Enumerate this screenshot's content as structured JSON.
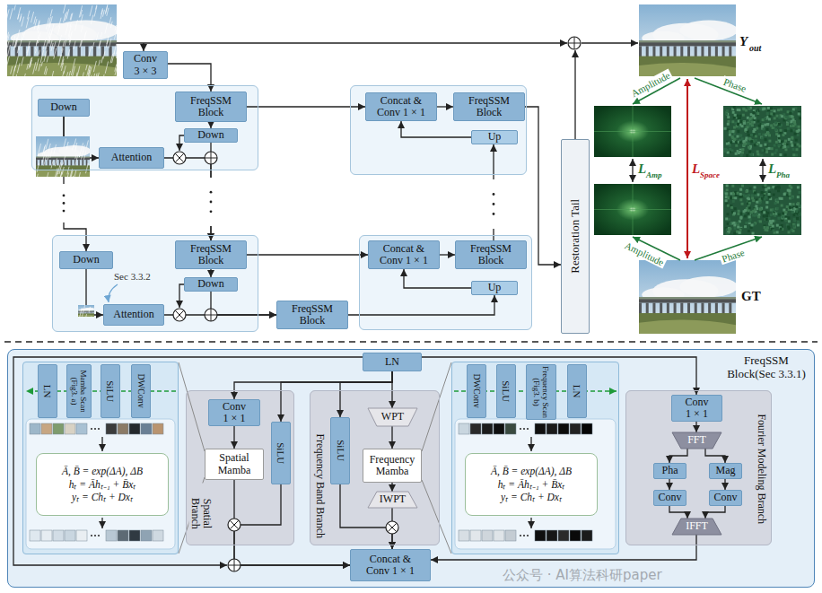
{
  "diagram": {
    "nodes": [
      {
        "text": [
          "Conv 3 × 3"
        ]
      },
      {
        "text": []
      },
      {
        "text": [
          "Down"
        ],
        "in": 1
      },
      {
        "text": [
          "FreqSSM Block"
        ],
        "in": 1
      },
      {
        "text": [
          "Down"
        ],
        "in": 1
      },
      {
        "text": [
          "Attention"
        ],
        "in": 1
      },
      {
        "text": []
      },
      {
        "text": [
          "Concat & Conv 1 × 1"
        ],
        "in": 6
      },
      {
        "text": [
          "FreqSSM Block"
        ],
        "in": 6
      },
      {
        "text": [
          "Up"
        ],
        "in": 6
      },
      {
        "text": []
      },
      {
        "text": [
          "Down"
        ],
        "in": 10
      },
      {
        "text": [
          "FreqSSM Block"
        ],
        "in": 10
      },
      {
        "text": [
          "Down"
        ],
        "in": 10
      },
      {
        "text": [
          "Attention"
        ],
        "in": 10
      },
      {
        "text": [
          "FreqSSM Block"
        ]
      },
      {
        "text": []
      },
      {
        "text": [
          "Concat & Conv 1 × 1"
        ],
        "in": 16
      },
      {
        "text": [
          "FreqSSM Block"
        ],
        "in": 16
      },
      {
        "text": [
          "Up"
        ],
        "in": 16
      },
      {
        "text": [
          "Restoration Tail"
        ]
      },
      {
        "text": [
          "FreqSSM Block(Sec 3.3.1)"
        ]
      },
      {
        "text": [
          "LN"
        ],
        "in": 21
      },
      {
        "text": [],
        "in": 21
      },
      {
        "text": [
          "LN"
        ],
        "in": 23
      },
      {
        "text": [
          "Mamba Scan (Fig3. a)"
        ],
        "in": 23
      },
      {
        "text": [
          "SiLU"
        ],
        "in": 23
      },
      {
        "text": [
          "DWConv"
        ],
        "in": 23
      },
      {
        "text": [
          "Ā, B̄ = exp(ΔA), ΔB",
          "hₜ = Āhₜ₋₁ + B̄xₜ",
          "yₜ = Chₜ + Dxₜ"
        ],
        "in": 23
      },
      {
        "text": [
          "Spatial Branch"
        ],
        "in": 21
      },
      {
        "text": [
          "Conv 1 × 1"
        ],
        "in": 29
      },
      {
        "text": [
          "Spatial Mamba"
        ],
        "in": 29
      },
      {
        "text": [
          "SiLU"
        ],
        "in": 29
      },
      {
        "text": [
          "Frequency Band Branch"
        ],
        "in": 21
      },
      {
        "text": [
          "SiLU"
        ],
        "in": 33
      },
      {
        "text": [
          "WPT"
        ],
        "in": 33
      },
      {
        "text": [
          "Frequency Mamba"
        ],
        "in": 33
      },
      {
        "text": [
          "IWPT"
        ],
        "in": 33
      },
      {
        "text": [],
        "in": 21
      },
      {
        "text": [
          "DWConv"
        ],
        "in": 38
      },
      {
        "text": [
          "SiLU"
        ],
        "in": 38
      },
      {
        "text": [
          "Frequency Scan (Fig3. b)"
        ],
        "in": 38
      },
      {
        "text": [
          "LN"
        ],
        "in": 38
      },
      {
        "text": [
          "Ā, B̄ = exp(ΔA), ΔB",
          "hₜ = Āhₜ₋₁ + B̄xₜ",
          "yₜ = Chₜ + Dxₜ"
        ],
        "in": 38
      },
      {
        "text": [
          "Fourier Modeling Branch"
        ],
        "in": 21
      },
      {
        "text": [
          "Conv 1 × 1"
        ],
        "in": 44
      },
      {
        "text": [
          "FFT"
        ],
        "in": 44
      },
      {
        "text": [
          "Pha"
        ],
        "in": 44
      },
      {
        "text": [
          "Mag"
        ],
        "in": 44
      },
      {
        "text": [
          "Conv"
        ],
        "in": 44
      },
      {
        "text": [
          "Conv"
        ],
        "in": 44
      },
      {
        "text": [
          "IFFT"
        ],
        "in": 44
      },
      {
        "text": [
          "Concat & Conv 1 × 1"
        ],
        "in": 21
      }
    ],
    "edges": [
      {
        "from": 0,
        "to": 3,
        "arrow": "to"
      },
      {
        "from": 2,
        "to": 5,
        "arrow": "to"
      },
      {
        "from": 2,
        "to": 11,
        "arrow": "to"
      },
      {
        "from": 3,
        "to": 4,
        "arrow": "to"
      },
      {
        "from": 4,
        "to": 12,
        "arrow": "to"
      },
      {
        "from": 5,
        "to": 12,
        "arrow": "to"
      },
      {
        "from": 3,
        "to": 7,
        "arrow": "to"
      },
      {
        "from": 7,
        "to": 8,
        "arrow": "to"
      },
      {
        "from": 9,
        "to": 7,
        "arrow": "to"
      },
      {
        "from": 8,
        "to": 20,
        "arrow": "to"
      },
      {
        "from": 11,
        "to": 14,
        "arrow": "to"
      },
      {
        "from": 12,
        "to": 13,
        "arrow": "to"
      },
      {
        "from": 13,
        "to": 15,
        "arrow": "to"
      },
      {
        "from": 14,
        "to": 15,
        "arrow": "to"
      },
      {
        "from": 12,
        "to": 17,
        "arrow": "to"
      },
      {
        "from": 15,
        "to": 19,
        "arrow": "to"
      },
      {
        "from": 19,
        "to": 17,
        "arrow": "to"
      },
      {
        "from": 17,
        "to": 18,
        "arrow": "to"
      },
      {
        "from": 18,
        "to": 9,
        "arrow": "to"
      },
      {
        "from": 22,
        "to": 30,
        "arrow": "to"
      },
      {
        "from": 22,
        "to": 32,
        "arrow": "to"
      },
      {
        "from": 22,
        "to": 34,
        "arrow": "to"
      },
      {
        "from": 22,
        "to": 35,
        "arrow": "to"
      },
      {
        "from": 22,
        "to": 45,
        "arrow": "to"
      },
      {
        "from": 30,
        "to": 31,
        "arrow": "to"
      },
      {
        "from": 31,
        "to": 52,
        "arrow": "to"
      },
      {
        "from": 32,
        "to": 52,
        "arrow": "to"
      },
      {
        "from": 35,
        "to": 36,
        "arrow": "to"
      },
      {
        "from": 36,
        "to": 37,
        "arrow": "to"
      },
      {
        "from": 37,
        "to": 52,
        "arrow": "to"
      },
      {
        "from": 34,
        "to": 52,
        "arrow": "to"
      },
      {
        "from": 45,
        "to": 46,
        "arrow": "to"
      },
      {
        "from": 46,
        "to": 47,
        "arrow": "to"
      },
      {
        "from": 46,
        "to": 48,
        "arrow": "to"
      },
      {
        "from": 47,
        "to": 49,
        "arrow": "to"
      },
      {
        "from": 48,
        "to": 50,
        "arrow": "to"
      },
      {
        "from": 49,
        "to": 51,
        "arrow": "to"
      },
      {
        "from": 50,
        "to": 51,
        "arrow": "to"
      },
      {
        "from": 51,
        "to": 52,
        "arrow": "to"
      }
    ],
    "labels": [
      "Sec 3.3.2",
      "Y",
      "out",
      "Amplitude",
      "Phase",
      "L",
      "Amp",
      "L",
      "Space",
      "L",
      "Pha",
      "Amplitude",
      "Phase",
      "GT",
      "公众号 · AI算法科研paper"
    ]
  }
}
